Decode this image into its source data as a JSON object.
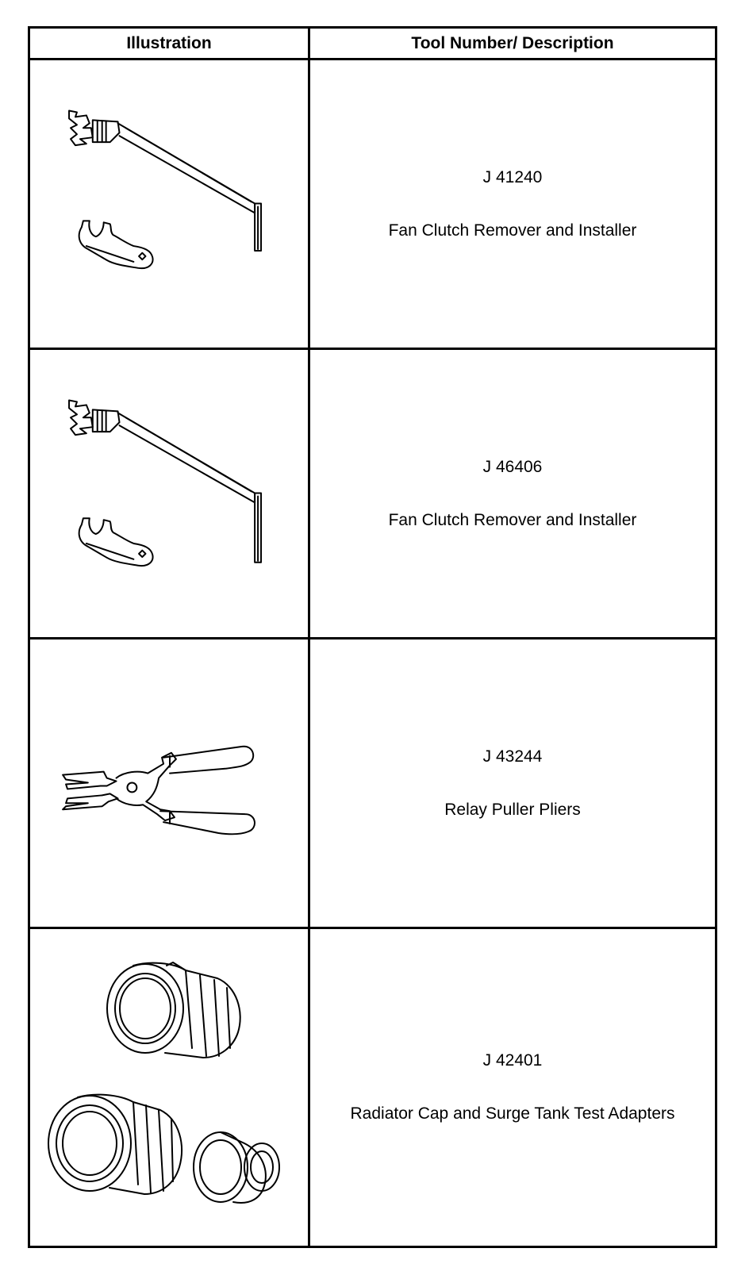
{
  "table": {
    "header": {
      "illustration": "Illustration",
      "description": "Tool Number/ Description"
    },
    "rows": [
      {
        "tool_number": "J 41240",
        "description": "Fan Clutch Remover and Installer",
        "icon": "fan-clutch-wrench-icon"
      },
      {
        "tool_number": "J 46406",
        "description": "Fan Clutch Remover and Installer",
        "icon": "fan-clutch-wrench-icon"
      },
      {
        "tool_number": "J 43244",
        "description": "Relay Puller Pliers",
        "icon": "relay-puller-pliers-icon"
      },
      {
        "tool_number": "J 42401",
        "description": "Radiator Cap and Surge Tank Test Adapters",
        "icon": "test-adapters-icon"
      }
    ]
  }
}
